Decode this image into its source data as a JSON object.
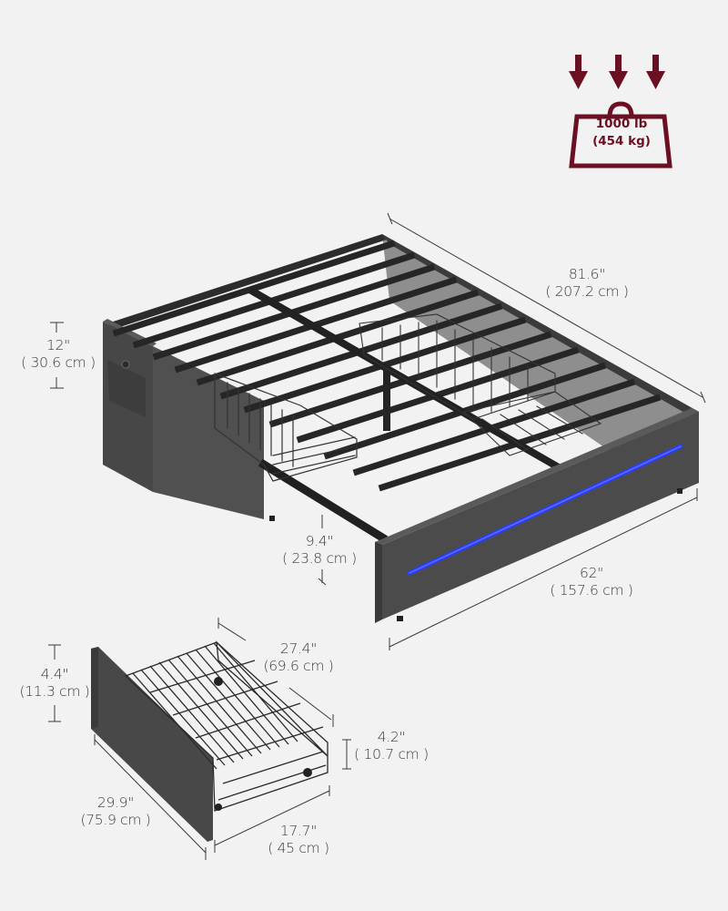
{
  "weight_capacity": {
    "icon": "weight-load-icon",
    "color": "#6b1022",
    "line1": "1000 lb",
    "line2": "(454 kg)"
  },
  "bed_frame": {
    "illustration": "platform-bed-frame-with-drawers-and-led-strip",
    "frame_color": "#2b2b2b",
    "upholstery_color": "#4a4a4a",
    "led_color": "#2b3cff",
    "dimensions": {
      "length": {
        "imperial": "81.6\"",
        "metric": "( 207.2 cm )"
      },
      "width": {
        "imperial": "62\"",
        "metric": "( 157.6 cm )"
      },
      "height": {
        "imperial": "12\"",
        "metric": "( 30.6 cm )"
      },
      "clearance": {
        "imperial": "9.4\"",
        "metric": "( 23.8 cm )"
      }
    }
  },
  "drawer": {
    "illustration": "wire-storage-drawer",
    "dimensions": {
      "length": {
        "imperial": "27.4\"",
        "metric": "(69.6 cm )"
      },
      "front_height": {
        "imperial": "4.4\"",
        "metric": "(11.3 cm )"
      },
      "basket_height": {
        "imperial": "4.2\"",
        "metric": "( 10.7 cm )"
      },
      "total_length": {
        "imperial": "29.9\"",
        "metric": "(75.9 cm )"
      },
      "width": {
        "imperial": "17.7\"",
        "metric": "( 45 cm )"
      }
    }
  }
}
